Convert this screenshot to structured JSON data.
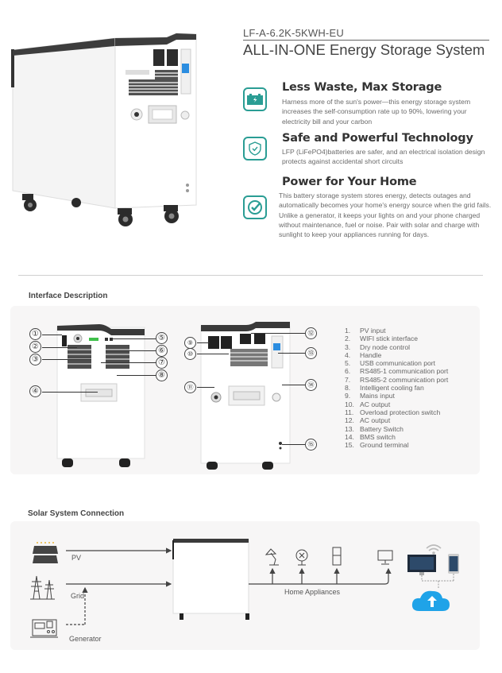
{
  "header": {
    "model": "LF-A-6.2K-5KWH-EU",
    "title": "ALL-IN-ONE  Energy Storage System"
  },
  "features": [
    {
      "icon": "battery-icon",
      "title": "Less Waste, Max Storage",
      "text": "Harness more of the sun's power—this  energy storage system increases the self-consumption rate up to 90%, lowering your electricity bill and your carbon"
    },
    {
      "icon": "shield-check-icon",
      "title": "Safe and Powerful Technology",
      "text": "LFP (LiFePO4)batteries are safer, and an electrical isolation design protects against accidental short circuits"
    },
    {
      "icon": "check-circle-icon",
      "title": "Power for Your Home",
      "text": "This battery storage system stores energy, detects outages and automatically becomes your home's energy source when the grid fails. Unlike a generator, it keeps your lights on and your phone charged without maintenance, fuel or noise. Pair with solar and charge with sunlight to keep your appliances running for days."
    }
  ],
  "interface": {
    "title": "Interface Description",
    "callouts": [
      "①",
      "②",
      "③",
      "④",
      "⑤",
      "⑥",
      "⑦",
      "⑧",
      "⑨",
      "⑩",
      "⑪",
      "⑫",
      "⑬",
      "⑭",
      "⑮"
    ],
    "items": [
      {
        "num": "1.",
        "label": "PV input"
      },
      {
        "num": "2.",
        "label": "WIFI stick interface"
      },
      {
        "num": "3.",
        "label": "Dry node control"
      },
      {
        "num": "4.",
        "label": "Handle"
      },
      {
        "num": "5.",
        "label": "USB communication port"
      },
      {
        "num": "6.",
        "label": "RS485-1 communication port"
      },
      {
        "num": "7.",
        "label": "RS485-2 communication port"
      },
      {
        "num": "8.",
        "label": "Intelligent cooling fan"
      },
      {
        "num": "9.",
        "label": "Mains input"
      },
      {
        "num": "10.",
        "label": "AC output"
      },
      {
        "num": "11.",
        "label": "Overload protection switch"
      },
      {
        "num": "12.",
        "label": "AC output"
      },
      {
        "num": "13.",
        "label": "Battery Switch"
      },
      {
        "num": "14.",
        "label": "BMS switch"
      },
      {
        "num": "15.",
        "label": "Ground terminal"
      }
    ]
  },
  "connection": {
    "title": "Solar System Connection",
    "pv_label": "PV",
    "grid_label": "Grid",
    "generator_label": "Generator",
    "appliances_label": "Home Appliances"
  },
  "colors": {
    "accent": "#2a9d94",
    "cloud": "#1fa3e8",
    "switch_blue": "#2b8de0"
  }
}
